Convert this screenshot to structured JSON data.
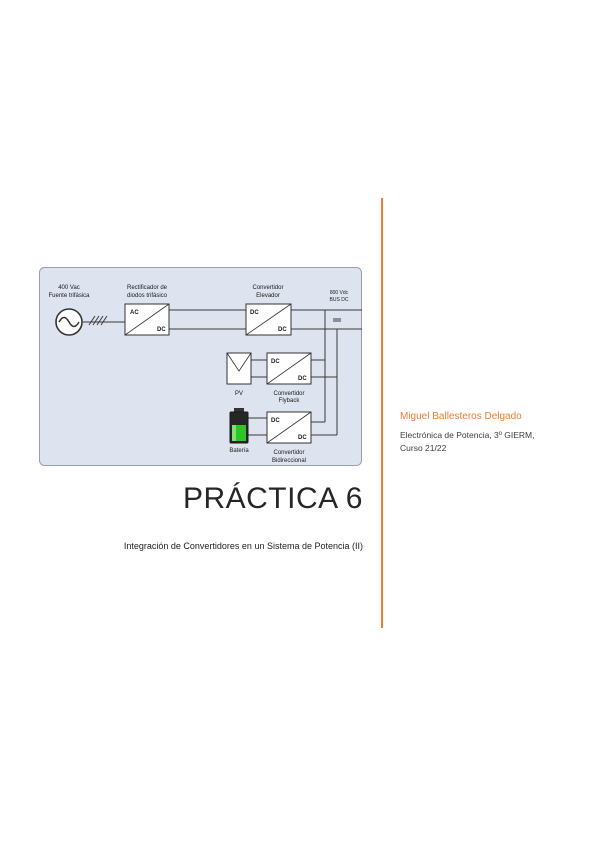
{
  "cover": {
    "title": "PRÁCTICA 6",
    "subtitle": "Integración de Convertidores en un Sistema de Potencia (II)",
    "author": "Miguel Ballesteros Delgado",
    "course_line1": "Electrónica de Potencia, 3º GIERM,",
    "course_line2": "Curso 21/22",
    "accent_color": "#ed7d31"
  },
  "diagram": {
    "source_label_1": "400 Vac",
    "source_label_2": "Fuente trifásica",
    "rectifier_label_1": "Rectificador de",
    "rectifier_label_2": "diodos trifásico",
    "rectifier_in": "AC",
    "rectifier_out": "DC",
    "boost_label_1": "Convertidor",
    "boost_label_2": "Elevador",
    "boost_in": "DC",
    "boost_out": "DC",
    "bus_label_1": "800 Vdc",
    "bus_label_2": "BUS DC",
    "pv_label": "PV",
    "flyback_in": "DC",
    "flyback_out": "DC",
    "flyback_label_1": "Convertidor",
    "flyback_label_2": "Flyback",
    "battery_label": "Batería",
    "bidir_in": "DC",
    "bidir_out": "DC",
    "bidir_label_1": "Convertidor",
    "bidir_label_2": "Bidireccional"
  }
}
